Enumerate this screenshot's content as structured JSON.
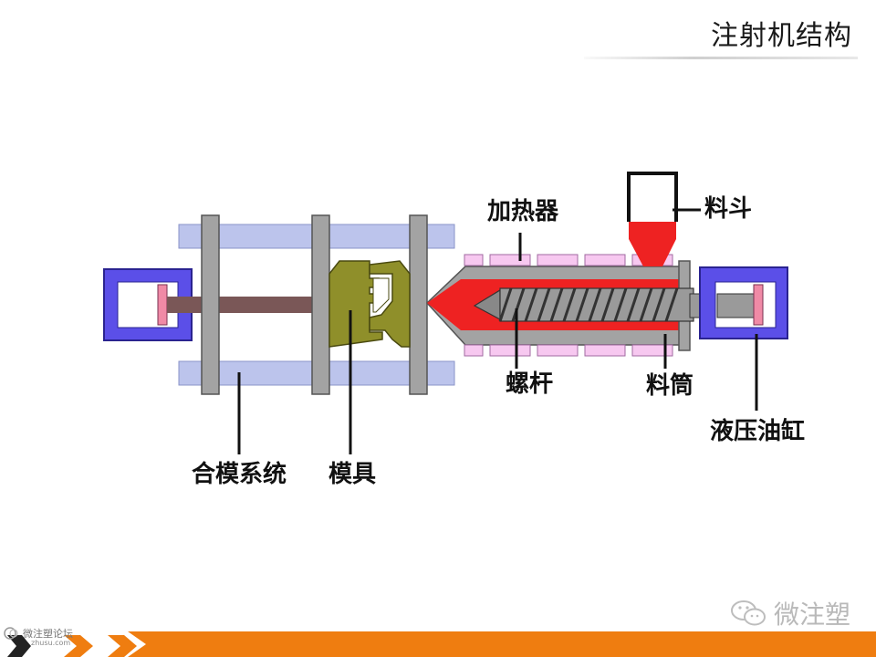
{
  "title": "注射机结构",
  "labels": {
    "heater": "加热器",
    "hopper": "料斗",
    "screw": "螺杆",
    "barrel": "料筒",
    "hydraulic_cylinder": "液压油缸",
    "clamping_system": "合模系统",
    "mold": "模具"
  },
  "watermark": "微注塑",
  "forum_logo": {
    "name": "微注塑论坛",
    "site": "zhusu.com"
  },
  "colors": {
    "frame_blue": "#5b4fe8",
    "tie_bar": "#bcc4ec",
    "platen": "#a3a3a3",
    "mold": "#8f8f2a",
    "melt_red": "#ee2222",
    "heater_pink": "#f7c8f0",
    "footer_orange": "#ef7d10"
  }
}
